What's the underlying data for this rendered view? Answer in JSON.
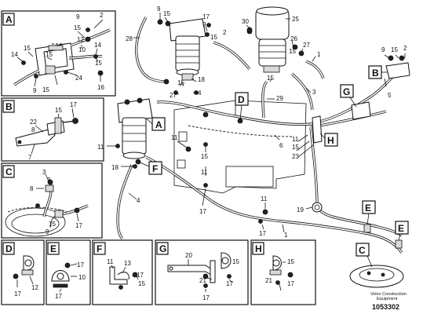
{
  "diagram": {
    "detail_boxes": {
      "A": "A",
      "B": "B",
      "C": "C",
      "D": "D",
      "E": "E",
      "F": "F",
      "G": "G",
      "H": "H"
    },
    "main_tags": {
      "A": "A",
      "B": "B",
      "C": "C",
      "D": "D",
      "E": "E",
      "F": "F",
      "G": "G",
      "H": "H"
    },
    "callouts": {
      "n1": "1",
      "n2": "2",
      "n3": "3",
      "n4": "4",
      "n5": "5",
      "n6": "6",
      "n7": "7",
      "n8": "8",
      "n9": "9",
      "n10": "10",
      "n11": "11",
      "n12": "12",
      "n13": "13",
      "n14": "14",
      "n15": "15",
      "n16": "16",
      "n17": "17",
      "n18": "18",
      "n19": "19",
      "n20": "20",
      "n21": "21",
      "n22": "22",
      "n23": "23",
      "n24": "24",
      "n25": "25",
      "n26": "26",
      "n27": "27",
      "n28": "28",
      "n29": "29",
      "n30": "30"
    },
    "small_label_a": "A",
    "footer": {
      "brand_line1": "Volvo Construction",
      "brand_line2": "Equipment",
      "doc_number": "1053302"
    }
  }
}
